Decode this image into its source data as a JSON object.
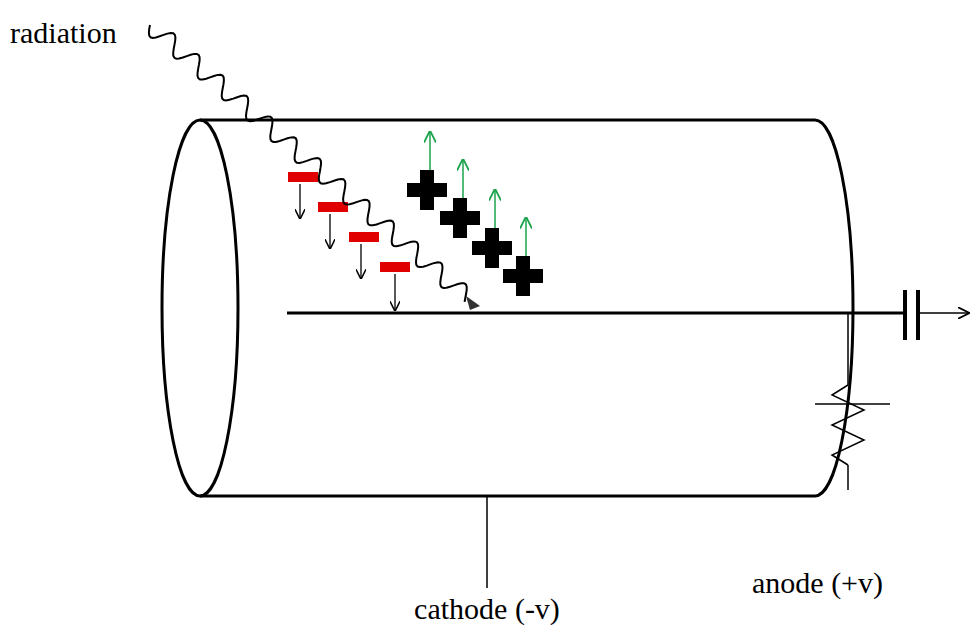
{
  "diagram": {
    "labels": [
      "radiation",
      "anode (+v)",
      "cathode (-v)"
    ]
  }
}
